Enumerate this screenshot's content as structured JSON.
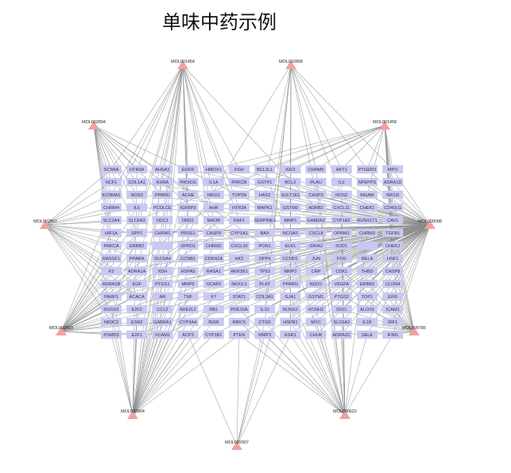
{
  "title": "单味中药示例",
  "colors": {
    "target_fill": "#c8c8f2",
    "molecule_fill": "#f2a0a0",
    "edge": "#8c8c8c"
  },
  "targets": [
    [
      "SCN5A",
      "HTR3A",
      "AHSA1",
      "EGFR",
      "HMOX1",
      "PGR",
      "BCL2L1",
      "IGF2",
      "CHRM5",
      "AKT1",
      "PTGER3",
      "MPO"
    ],
    [
      "NCF1",
      "COL1A1",
      "RXRA",
      "PIK3CG",
      "IL1A",
      "PRKCB",
      "GSTP1",
      "BCL2",
      "PLAU",
      "IL2",
      "NPEPPS",
      "ADRA1D"
    ],
    [
      "KCNMA1",
      "NOS3",
      "PPARD",
      "ACHE",
      "NR1I2",
      "TOP2A",
      "HAS2",
      "SULT1E1",
      "CASP3",
      "NOS2",
      "MGAM",
      "NR1I3"
    ],
    [
      "CHRM4",
      "IL6",
      "PCOLCE",
      "IGFBP3",
      "AHR",
      "HTR2A",
      "MAPK1",
      "GSTM2",
      "ADRB2",
      "CXCL11",
      "CHEK1",
      "CD40LG"
    ],
    [
      "SLC2A4",
      "SLC6A3",
      "ODC1",
      "DRD1",
      "MAOB",
      "RAF1",
      "SERPINE1",
      "MMP1",
      "GABRA2",
      "CYP1A2",
      "RUNX1T1",
      "CAV1"
    ],
    [
      "HIF1A",
      "SPP1",
      "CHRM1",
      "PRSS1",
      "CASP9",
      "CYP1A1",
      "BAX",
      "NCOA2",
      "CXCL8",
      "OPRM1",
      "CHRM3",
      "TGFB1"
    ],
    [
      "PRKCA",
      "ERBB2",
      "",
      "OPRD1",
      "CHRM2",
      "CXCL10",
      "PON1",
      "ELK1",
      "GRIA2",
      "SOD1",
      "",
      "CHEK2"
    ],
    [
      "RASSF1",
      "PPARA",
      "SLC6A4",
      "CCNB1",
      "CDKN1A",
      "HK2",
      "DPP4",
      "CCND1",
      "JUN",
      "FOS",
      "RELA",
      "HSF1"
    ],
    [
      "F3",
      "ADRA1A",
      "XDH",
      "HSPA5",
      "RASA1",
      "AKR1B1",
      "TP53",
      "MMP2",
      "CRP",
      "CDK1",
      "THBD",
      "CASP8"
    ],
    [
      "ADRA1B",
      "EGF",
      "PTGS1",
      "MMP9",
      "OCAF5",
      "NKX3-1",
      "PLAT",
      "PPARG",
      "NQO1",
      "VEGFA",
      "ERBB3",
      "CLDN4"
    ],
    [
      "PARP1",
      "ACACA",
      "AR",
      "TNF",
      "F7",
      "STAT1",
      "COL3A1",
      "GJA1",
      "GSTM1",
      "PTGS2",
      "TOP1",
      "EIF6"
    ],
    [
      "DUOX2",
      "E2F2",
      "CCL2",
      "NFE2L2",
      "RB1",
      "PDE10A",
      "IL10",
      "RUNX2",
      "KCNH2",
      "DIO1",
      "ALOX5",
      "ICAM1"
    ],
    [
      "NR3C2",
      "ESR2",
      "GABRA1",
      "CYP3A4",
      "INSR",
      "BIRC5",
      "CTSD",
      "HSPB1",
      "MYC",
      "SLC6A2",
      "IL1B",
      "IRF1"
    ],
    [
      "PSMD3",
      "E2F1",
      "VCAM1",
      "ACP3",
      "CYP1B1",
      "PTEN",
      "MMP3",
      "ESR1",
      "CHUK",
      "ADRA2C",
      "SELE",
      "IFNG"
    ]
  ],
  "molecules": [
    {
      "id": "MOL001454",
      "targets": [
        "SCN5A",
        "HTR3A",
        "AHSA1",
        "EGFR",
        "PGR",
        "NR1I2",
        "KCNMA1",
        "CHRM4",
        "ADRA1A",
        "CHRM1",
        "OPRD1",
        "ODC1",
        "DRD1",
        "SLC6A3",
        "RAF1",
        "HTR2A",
        "ACHE",
        "MAOB",
        "SLC6A4",
        "GABRA1",
        "ADRB2",
        "CHRM2",
        "ESR2",
        "NR3C2"
      ]
    },
    {
      "id": "MOL002868",
      "targets": [
        "IGF2",
        "CHRM5",
        "AKT1",
        "PTGER3",
        "MPO",
        "NOS2",
        "CASP3",
        "GSTP1",
        "MMP1",
        "TP53",
        "PPARG",
        "IL10",
        "CTSD",
        "HSPB1",
        "ESR1",
        "PRSS1"
      ]
    },
    {
      "id": "MOL002894",
      "targets": [
        "SCN5A",
        "NCF1",
        "KCNMA1",
        "CHRM4",
        "SLC2A4",
        "HIF1A",
        "PRKCA",
        "RASSF1",
        "COL1A1",
        "NOS3",
        "IL6",
        "SPP1",
        "HTR3A",
        "PPARD",
        "AHR",
        "PON1",
        "MAPK1",
        "CXCL10"
      ]
    },
    {
      "id": "MOL001458",
      "targets": [
        "PGR",
        "BCL2L1",
        "IGF2",
        "CHRM5",
        "AKT1",
        "PTGER3",
        "MPO",
        "ADRA1D",
        "NR1I3",
        "MGAM",
        "CD40LG",
        "CAV1",
        "TGFB1",
        "CHEK2",
        "HSF1",
        "CASP8",
        "SLC6A3",
        "DRD1",
        "HMOX1"
      ]
    },
    {
      "id": "MOL002897",
      "targets": [
        "SCN5A",
        "NCF1",
        "KCNMA1",
        "CHRM4",
        "SLC2A4",
        "HIF1A",
        "PRKCA",
        "RASSF1",
        "F3",
        "ADRA1B",
        "PARP1",
        "DUOX2",
        "NR3C2",
        "SLC6A3",
        "SPP1",
        "ERBB2",
        "PPARA",
        "EGF",
        "ACACA",
        "IL6"
      ]
    },
    {
      "id": "MOL000098",
      "targets": [
        "AKT1",
        "PTGER3",
        "MPO",
        "IL2",
        "NPEPPS",
        "ADRA1D",
        "NOS2",
        "MGAM",
        "NR1I3",
        "CXCL11",
        "CHEK1",
        "CD40LG",
        "CYP1A2",
        "RUNX1T1",
        "CAV1",
        "CXCL8",
        "OPRM1",
        "CHRM3",
        "TGFB1",
        "SOD1",
        "CHEK2",
        "FOS",
        "RELA",
        "HSF1",
        "CRP",
        "CDK1",
        "THBD",
        "CASP8",
        "NQO1",
        "VEGFA",
        "ERBB3",
        "CLDN4",
        "GSTM1",
        "PTGS2",
        "TOP1",
        "EIF6",
        "KCNH2",
        "DIO1",
        "ALOX5",
        "ICAM1",
        "MYC",
        "SLC6A2",
        "IL1B",
        "IRF1",
        "CHUK",
        "ADRA2C",
        "SELE",
        "IFNG",
        "EGFR",
        "HMOX1",
        "BCL2",
        "PLAU",
        "CASP3",
        "ADRB2",
        "MMP1",
        "NCOA2",
        "JUN",
        "CCND1",
        "MMP2",
        "PPARG",
        "STAT1",
        "RUNX2",
        "HSPB1",
        "ESR1",
        "ELK1",
        "GRIA2",
        "MAPK1",
        "GSTM2",
        "SERPINE1",
        "BAX",
        "AHR",
        "MAOB",
        "CASP9",
        "CHRM1",
        "HIF1A",
        "PRKCA",
        "ERBB2",
        "CCNB1",
        "CDKN1A",
        "TP53",
        "F3",
        "PTGS1",
        "MMP9",
        "TNF",
        "F7",
        "CCL2",
        "NFE2L2",
        "RB1",
        "INSR",
        "BIRC5",
        "CYP3A4",
        "CYP1B1",
        "PTEN",
        "MMP3",
        "E2F1",
        "VCAM1",
        "PARP1",
        "AR",
        "IL10",
        "IL6",
        "IL1A",
        "NOS3",
        "HAS2",
        "TOP2A",
        "PON1",
        "XDH",
        "HSPA5",
        "COL1A1",
        "CXCL10",
        "SPP1",
        "PLAT",
        "GJA1",
        "CTSD",
        "E2F2",
        "EGF",
        "CYP1A1",
        "DPP4",
        "GSTP1",
        "BCL2L1",
        "PGR",
        "COL3A1",
        "NKX3-1",
        "AKR1B1",
        "HK2"
      ]
    },
    {
      "id": "MOL002903",
      "targets": [
        "F3",
        "ADRA1B",
        "PARP1",
        "DUOX2",
        "NR3C2",
        "PSMD3",
        "E2F1",
        "ESR2",
        "E2F2",
        "ACACA",
        "EGF",
        "ADRA1A",
        "PPARA",
        "RASSF1",
        "PRKCA",
        "ERBB2",
        "SPP1",
        "HIF1A",
        "CHRM4",
        "IL6",
        "SLC6A3",
        "XDH",
        "PTGS1",
        "AR",
        "CCL2",
        "GABRA1",
        "VCAM1",
        "MAOB",
        "RAF1",
        "HTR2A",
        "DRD1"
      ]
    },
    {
      "id": "MOL000785",
      "targets": [
        "CASP8",
        "CLDN4",
        "EIF6",
        "ICAM1",
        "IRF1",
        "IFNG",
        "SELE",
        "IL1B",
        "ALOX5",
        "TOP1",
        "ERBB3",
        "THBD",
        "HSF1",
        "CHEK2",
        "TGFB1",
        "CAV1",
        "ADRA2C",
        "SLC6A2",
        "DIO1",
        "PTGS2",
        "VEGFA",
        "CDK1"
      ]
    },
    {
      "id": "MOL002904",
      "targets": [
        "PSMD3",
        "E2F1",
        "VCAM1",
        "ACP3",
        "CYP1B1",
        "PTEN",
        "NR3C2",
        "ESR2",
        "GABRA1",
        "CYP3A4",
        "INSR",
        "DUOX2",
        "E2F2",
        "CCL2",
        "NFE2L2",
        "RB1",
        "ADRA1B",
        "PTGS1",
        "MMP9",
        "AR",
        "TNF",
        "F7",
        "XDH",
        "HSPA5",
        "SLC6A4",
        "CHRM2",
        "OPRD1",
        "CHRM1",
        "DRD1",
        "ODC1",
        "EGFR",
        "AHSA1",
        "HTR3A"
      ]
    },
    {
      "id": "MOL000622",
      "targets": [
        "MMP3",
        "ESR1",
        "CHUK",
        "ADRA2C",
        "IFNG",
        "SELE",
        "CTSD",
        "HSPB1",
        "MYC",
        "SLC6A2",
        "BIRC5",
        "PTEN",
        "GJA1",
        "PDE10A",
        "RUNX2",
        "KCNH2",
        "NOS2",
        "CHRM3",
        "GABRA2",
        "CYP1A2",
        "PLAU",
        "IL2",
        "OPRM1",
        "CHRM5",
        "BCL2L1"
      ]
    },
    {
      "id": "MOL002907",
      "targets": [
        "MMP3",
        "PTEN",
        "ACP3",
        "CTSD",
        "ESR1",
        "MMP2"
      ]
    }
  ]
}
